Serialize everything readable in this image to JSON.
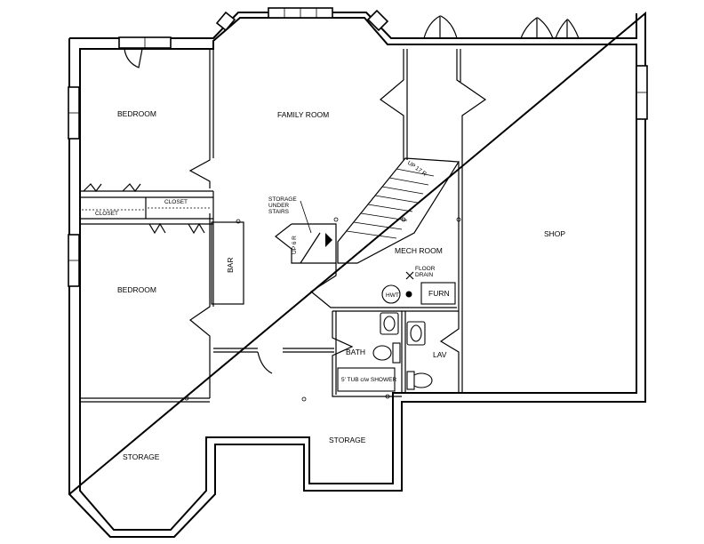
{
  "rooms": {
    "bedroom_top": "BEDROOM",
    "bedroom_bottom": "BEDROOM",
    "family_room": "FAMILY ROOM",
    "shop": "SHOP",
    "mech_room": "MECH ROOM",
    "bar": "BAR",
    "bath": "BATH",
    "lav": "LAV",
    "storage_left": "STORAGE",
    "storage_center": "STORAGE",
    "closet_left": "CLOSET",
    "closet_right": "CLOSET"
  },
  "labels": {
    "storage_under_stairs": [
      "STORAGE",
      "UNDER",
      "STAIRS"
    ],
    "floor_drain": [
      "FLOOR",
      "DRAIN"
    ],
    "hwt": "HWT",
    "furn": "FURN",
    "tub": "5' TUB c/w SHOWER",
    "stair_up": "UP 17 R",
    "stair_small": "UP 6 R"
  }
}
